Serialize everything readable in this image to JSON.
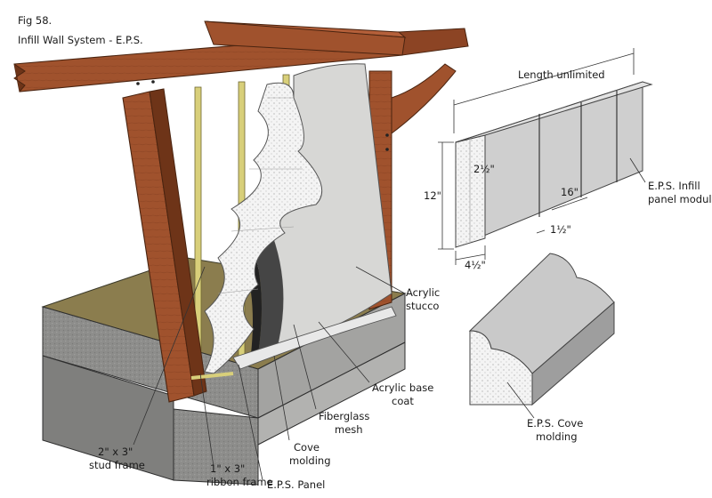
{
  "figure": {
    "number": "Fig 58.",
    "title": "Infill Wall System - E.P.S."
  },
  "labels": {
    "acrylic_stucco": [
      "Acrylic",
      "stucco"
    ],
    "acrylic_base_coat": [
      "Acrylic base",
      "coat"
    ],
    "fiberglass_mesh": [
      "Fiberglass",
      "mesh"
    ],
    "cove_molding": [
      "Cove",
      "molding"
    ],
    "eps_panel": "E.P.S. Panel",
    "ribbon_frame": [
      "1\" x 3\"",
      "ribbon frame"
    ],
    "stud_frame": [
      "2\" x 3\"",
      "stud frame"
    ],
    "eps_infill_module": [
      "E.P.S. Infill",
      "panel module"
    ],
    "eps_cove_molding": [
      "E.P.S. Cove",
      "molding"
    ]
  },
  "dimensions": {
    "length": "Length unlimited",
    "height": "12\"",
    "width": "4½\"",
    "offset": "2½\"",
    "module": "16\"",
    "gap": "1½\""
  },
  "colors": {
    "timber": "#a0522d",
    "timber_dark": "#6e3418",
    "concrete": "#8c8c8a",
    "floor": "#8b7d4e",
    "eps": "#ececec",
    "stud": "#d8cf7a"
  }
}
